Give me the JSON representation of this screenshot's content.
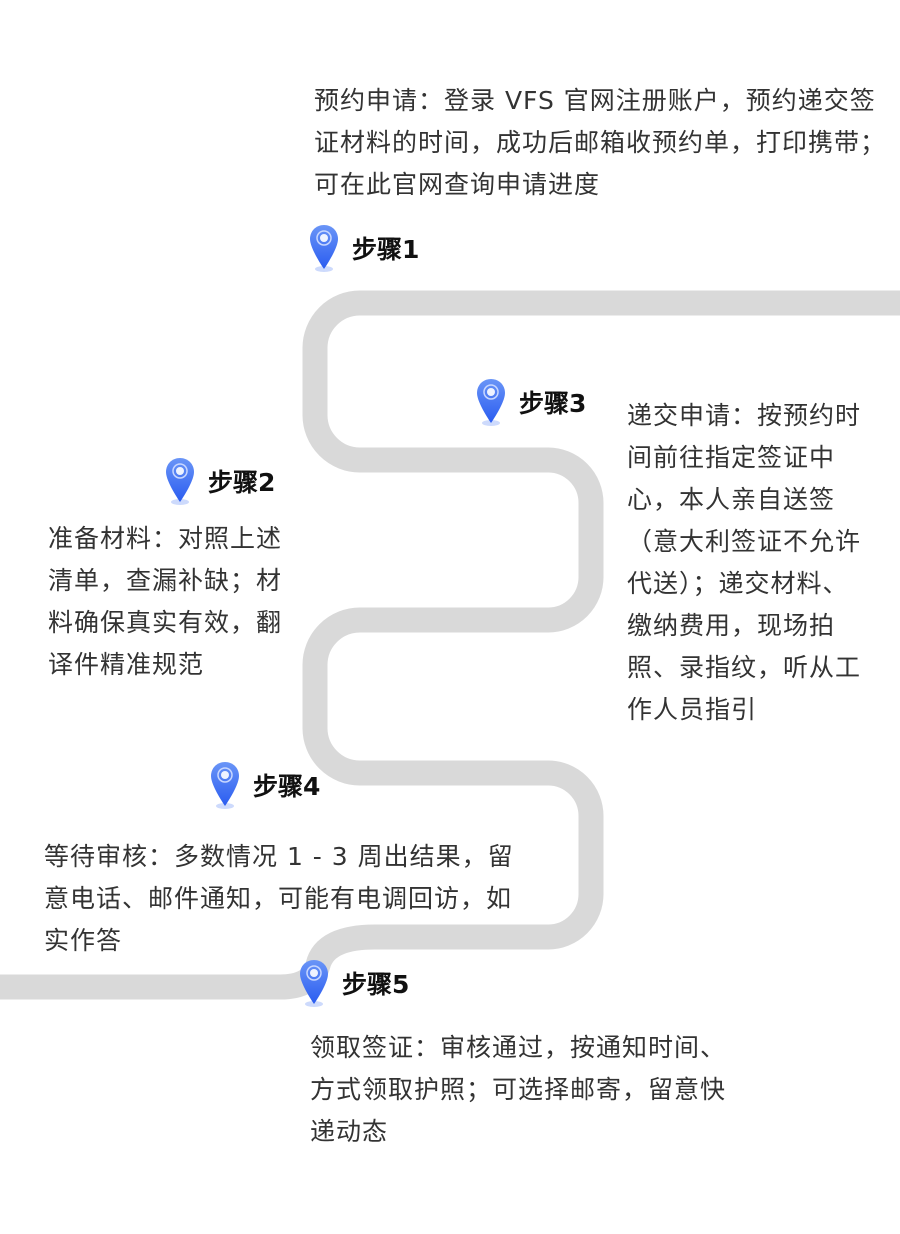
{
  "colors": {
    "road": "#d9d9d9",
    "pin": "#3f6ff5"
  },
  "steps": [
    {
      "label": "步骤1",
      "text": "预约申请：登录 VFS 官网注册账户，预约递交签证材料的时间，成功后邮箱收预约单，打印携带；可在此官网查询申请进度"
    },
    {
      "label": "步骤2",
      "text": "准备材料：对照上述清单，查漏补缺；材料确保真实有效，翻译件精准规范"
    },
    {
      "label": "步骤3",
      "text": "递交申请：按预约时间前往指定签证中心，本人亲自送签（意大利签证不允许代送）；递交材料、缴纳费用，现场拍照、录指纹，听从工作人员指引"
    },
    {
      "label": "步骤4",
      "text": "等待审核：多数情况 1 - 3 周出结果，留意电话、邮件通知，可能有电调回访，如实作答"
    },
    {
      "label": "步骤5",
      "text": "领取签证：审核通过，按通知时间、方式领取护照；可选择邮寄，留意快递动态"
    }
  ]
}
